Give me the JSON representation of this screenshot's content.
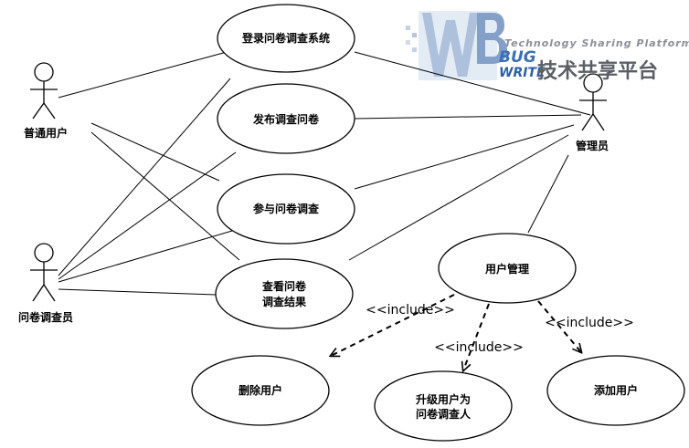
{
  "actors": {
    "user": "普通用户",
    "surveyor": "问卷调查员",
    "admin": "管理员"
  },
  "use_cases": {
    "login": "登录问卷调查系统",
    "publish": "发布调查问卷",
    "participate": "参与问卷调查",
    "view_results": [
      "查看问卷",
      "调查结果"
    ],
    "user_management": "用户管理",
    "delete_user": "删除用户",
    "upgrade_user": [
      "升级用户为",
      "问卷调查人"
    ],
    "add_user": "添加用户"
  },
  "include_label": "<<include>>",
  "watermark": {
    "bug": "BUG",
    "write": "WRITE",
    "tagline": "Technology Sharing Platform",
    "cn": "技术共享平台"
  }
}
